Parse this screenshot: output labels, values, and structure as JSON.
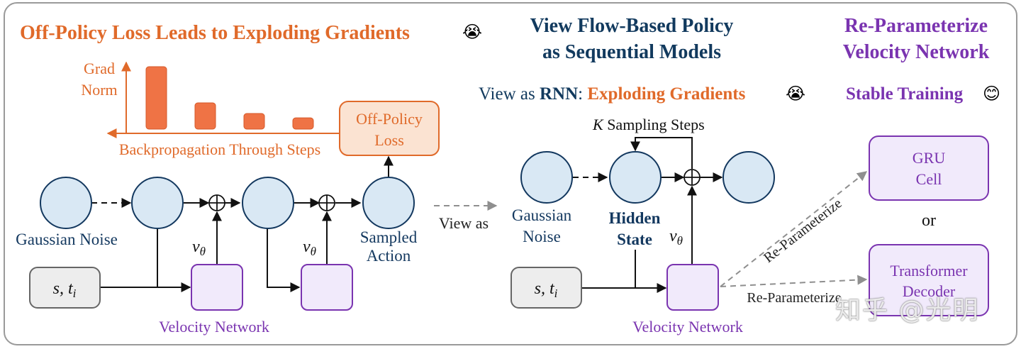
{
  "colors": {
    "orange": "#e06a2a",
    "orange_fill": "#fbe3d2",
    "bar_fill": "#ef7345",
    "navy": "#123a5e",
    "purple": "#7a34b0",
    "purple_fill": "#f1eafb",
    "circle_fill": "#d9e8f4",
    "circle_stroke": "#13385f",
    "gray_fill": "#ededed",
    "gray_stroke": "#666666",
    "dashed_gray": "#8f8f8f"
  },
  "left": {
    "title": "Off-Policy Loss Leads to Exploding Gradients",
    "title_emoji": "😭",
    "y_axis_label_1": "Grad",
    "y_axis_label_2": "Norm",
    "bars": [
      1.0,
      0.42,
      0.25,
      0.18
    ],
    "x_axis_label": "Backpropagation Through Steps",
    "loss_line1": "Off-Policy",
    "loss_line2": "Loss",
    "noise_label": "Gaussian Noise",
    "input_label": "s, t",
    "input_sub": "i",
    "v_label": "v",
    "v_sub": "θ",
    "action_line1": "Sampled",
    "action_line2": "Action",
    "velocity_label": "Velocity Network"
  },
  "middle": {
    "title_line1": "View Flow-Based Policy",
    "title_line2": "as Sequential Models",
    "view_as": "View as",
    "rnn_prefix": "View as ",
    "rnn_bold": "RNN",
    "rnn_colon": ": ",
    "rnn_exploding": "Exploding Gradients",
    "rnn_emoji": "😭",
    "k_symbol": "K",
    "k_label": "Sampling Steps",
    "noise_line1": "Gaussian",
    "noise_line2": "Noise",
    "hidden_line1": "Hidden",
    "hidden_line2": "State",
    "input_label": "s, t",
    "input_sub": "i",
    "v_label": "v",
    "v_sub": "θ",
    "velocity_label": "Velocity Network"
  },
  "right": {
    "title_line1": "Re-Parameterize",
    "title_line2": "Velocity Network",
    "stable": "Stable Training",
    "stable_emoji": "😊",
    "gru_line1": "GRU",
    "gru_line2": "Cell",
    "or": "or",
    "transformer_line1": "Transformer",
    "transformer_line2": "Decoder",
    "reparam_upper": "Re-Parameterize",
    "reparam_lower": "Re-Parameterize"
  },
  "watermark": "知乎 @光明"
}
